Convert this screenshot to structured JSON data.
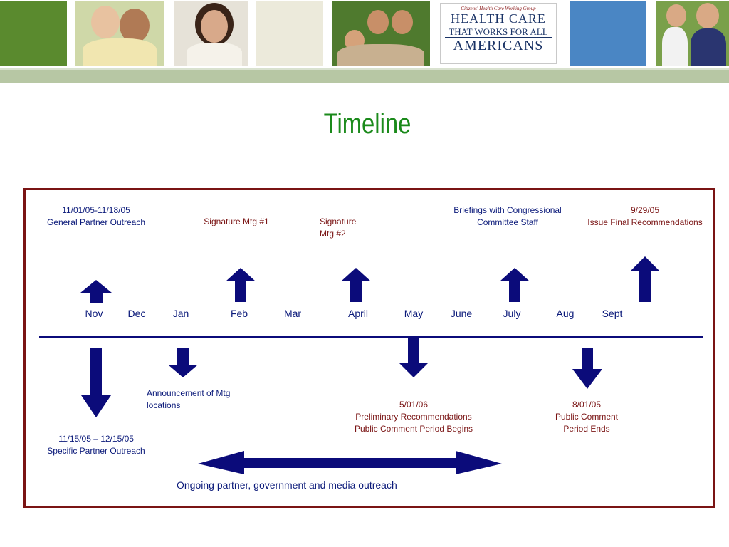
{
  "banner": {
    "logo": {
      "tagline": "Citizens' Health Care Working Group",
      "line1": "HEALTH CARE",
      "line2": "THAT WORKS FOR ALL",
      "line3": "AMERICANS"
    },
    "colors": {
      "green": "#5a8a2e",
      "beige": "#eceadb",
      "blue": "#4a86c4",
      "band": "#b7c7a4"
    }
  },
  "title": "Timeline",
  "months": [
    "Nov",
    "Dec",
    "Jan",
    "Feb",
    "Mar",
    "April",
    "May",
    "June",
    "July",
    "Aug",
    "Sept"
  ],
  "events_above": [
    {
      "id": "general-outreach",
      "line1": "11/01/05-11/18/05",
      "line2": "General Partner Outreach",
      "color": "navy"
    },
    {
      "id": "signature-mtg-1",
      "line1": "Signature Mtg #1",
      "line2": "",
      "color": "maroon"
    },
    {
      "id": "signature-mtg-2",
      "line1": "Signature",
      "line2": "Mtg #2",
      "color": "maroon"
    },
    {
      "id": "congressional-briefings",
      "line1": "Briefings with Congressional",
      "line2": "Committee Staff",
      "color": "navy"
    },
    {
      "id": "final-recommendations",
      "line1": "9/29/05",
      "line2": "Issue Final Recommendations",
      "color": "maroon"
    }
  ],
  "events_below": [
    {
      "id": "specific-outreach",
      "line1": "11/15/05 – 12/15/05",
      "line2": "Specific Partner Outreach",
      "line3": "",
      "color": "navy"
    },
    {
      "id": "mtg-locations",
      "line1": "Announcement of Mtg",
      "line2": "locations",
      "line3": "",
      "color": "navy"
    },
    {
      "id": "preliminary-recommendations",
      "line1": "5/01/06",
      "line2": "Preliminary Recommendations",
      "line3": "Public Comment Period Begins",
      "color": "maroon"
    },
    {
      "id": "public-comment-ends",
      "line1": "8/01/05",
      "line2": "Public Comment",
      "line3": "Period Ends",
      "color": "maroon"
    }
  ],
  "ongoing": "Ongoing partner, government and media outreach",
  "colors": {
    "arrow": "#0b0b7a",
    "frame": "#7a1414",
    "title": "#1b8a1b",
    "navy_text": "#0b1a7a",
    "maroon_text": "#7a1414"
  }
}
